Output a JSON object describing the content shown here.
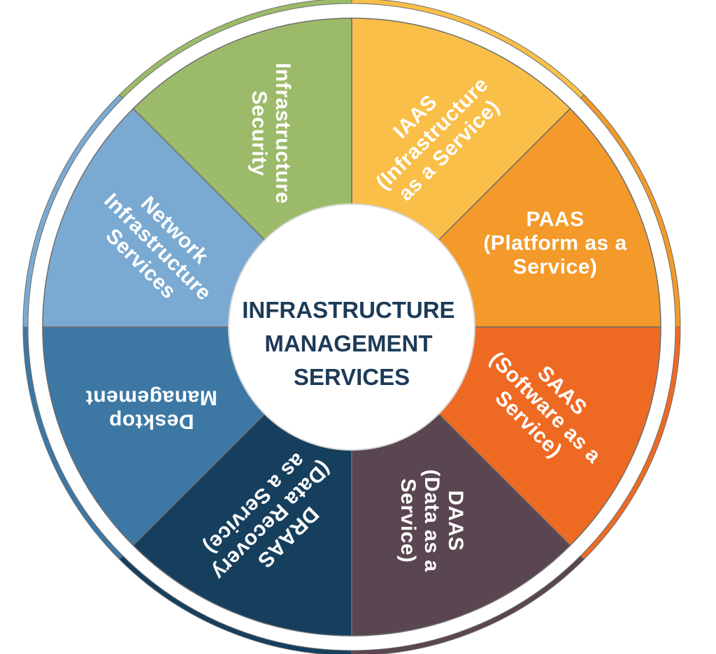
{
  "title": "Infrastructure Management Services",
  "center": {
    "lines": [
      "INFRASTRUCTURE",
      "MANAGEMENT",
      "SERVICES"
    ]
  },
  "segments": [
    {
      "name": "iaas",
      "color": "#F9BF48",
      "lines": [
        "IAAS",
        "(Infrastructure",
        "as a Service)"
      ]
    },
    {
      "name": "paas",
      "color": "#F39A2A",
      "lines": [
        "PAAS",
        "(Platform as a",
        "Service)"
      ]
    },
    {
      "name": "saas",
      "color": "#EE6A22",
      "lines": [
        "SAAS",
        "(Software as a",
        "Service)"
      ]
    },
    {
      "name": "daas",
      "color": "#5A4650",
      "lines": [
        "DAAS",
        "(Data as a",
        "Service)"
      ]
    },
    {
      "name": "draas",
      "color": "#163F5E",
      "lines": [
        "DRAAS",
        "(Data Recovery",
        "as a Service)"
      ]
    },
    {
      "name": "desktop-management",
      "color": "#3D78A4",
      "lines": [
        "Desktop",
        "Management"
      ]
    },
    {
      "name": "network-infrastructure-services",
      "color": "#7AAAD2",
      "lines": [
        "Network",
        "Infrastructure",
        "Services"
      ]
    },
    {
      "name": "infrastructure-security",
      "color": "#9CBB6A",
      "lines": [
        "Infrastructure",
        "Security"
      ]
    }
  ]
}
